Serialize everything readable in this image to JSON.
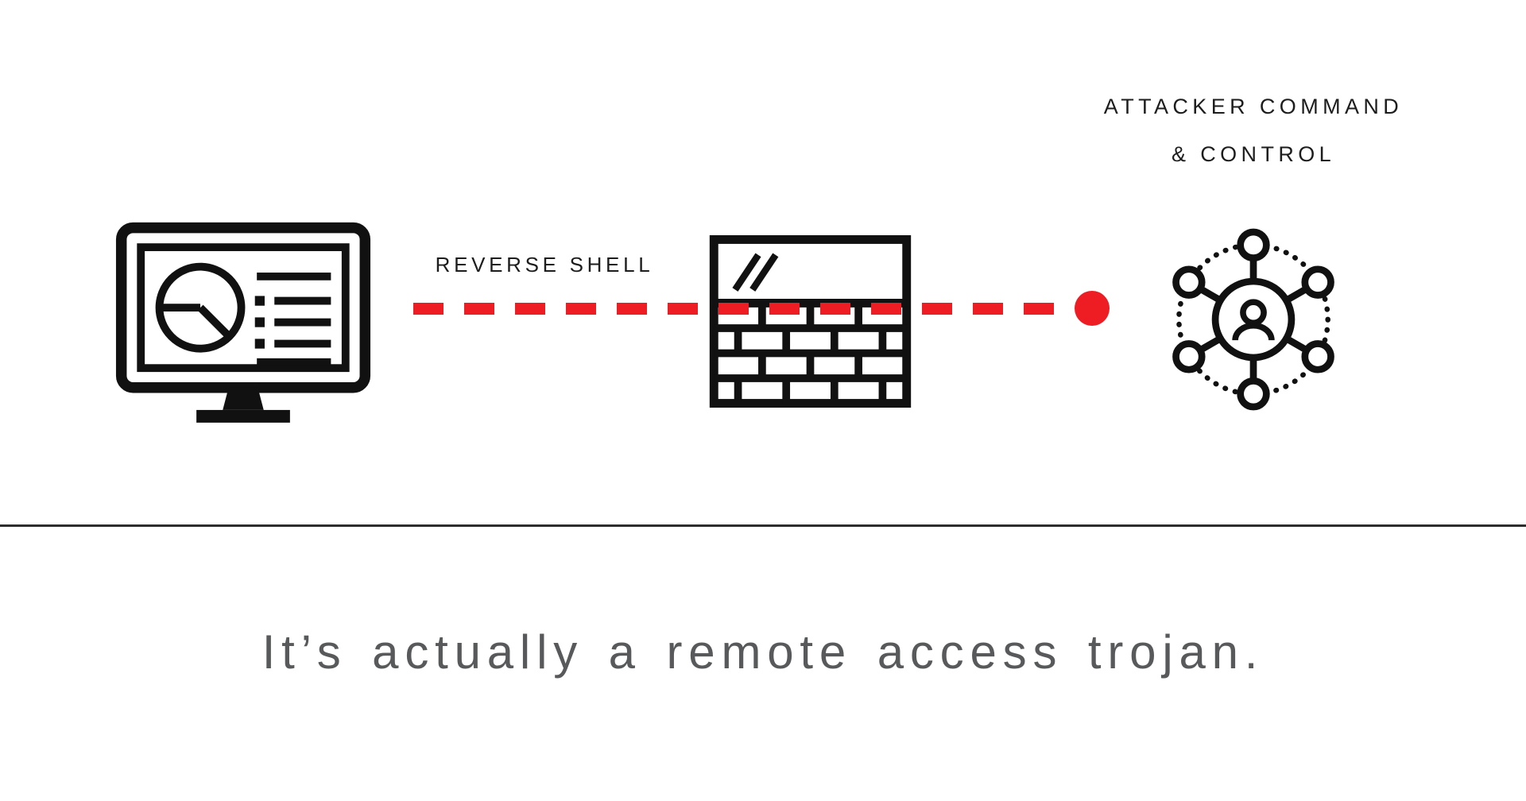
{
  "diagram": {
    "labels": {
      "attacker_line1": "ATTACKER COMMAND",
      "attacker_line2": "& CONTROL",
      "reverse_shell": "REVERSE SHELL",
      "caption": "It’s actually a remote access trojan."
    },
    "icons": {
      "left": "victim-computer-icon",
      "middle": "firewall-icon",
      "right": "attacker-command-control-network-icon",
      "connector": "reverse-shell-dashed-line",
      "endpoint": "connection-endpoint-dot"
    },
    "colors": {
      "accent_red": "#ee1c23",
      "icon_black": "#111111",
      "label_black": "#1d1d1d",
      "caption_gray": "#58595b",
      "divider_dark": "#2d2d2d",
      "background": "#ffffff"
    }
  }
}
